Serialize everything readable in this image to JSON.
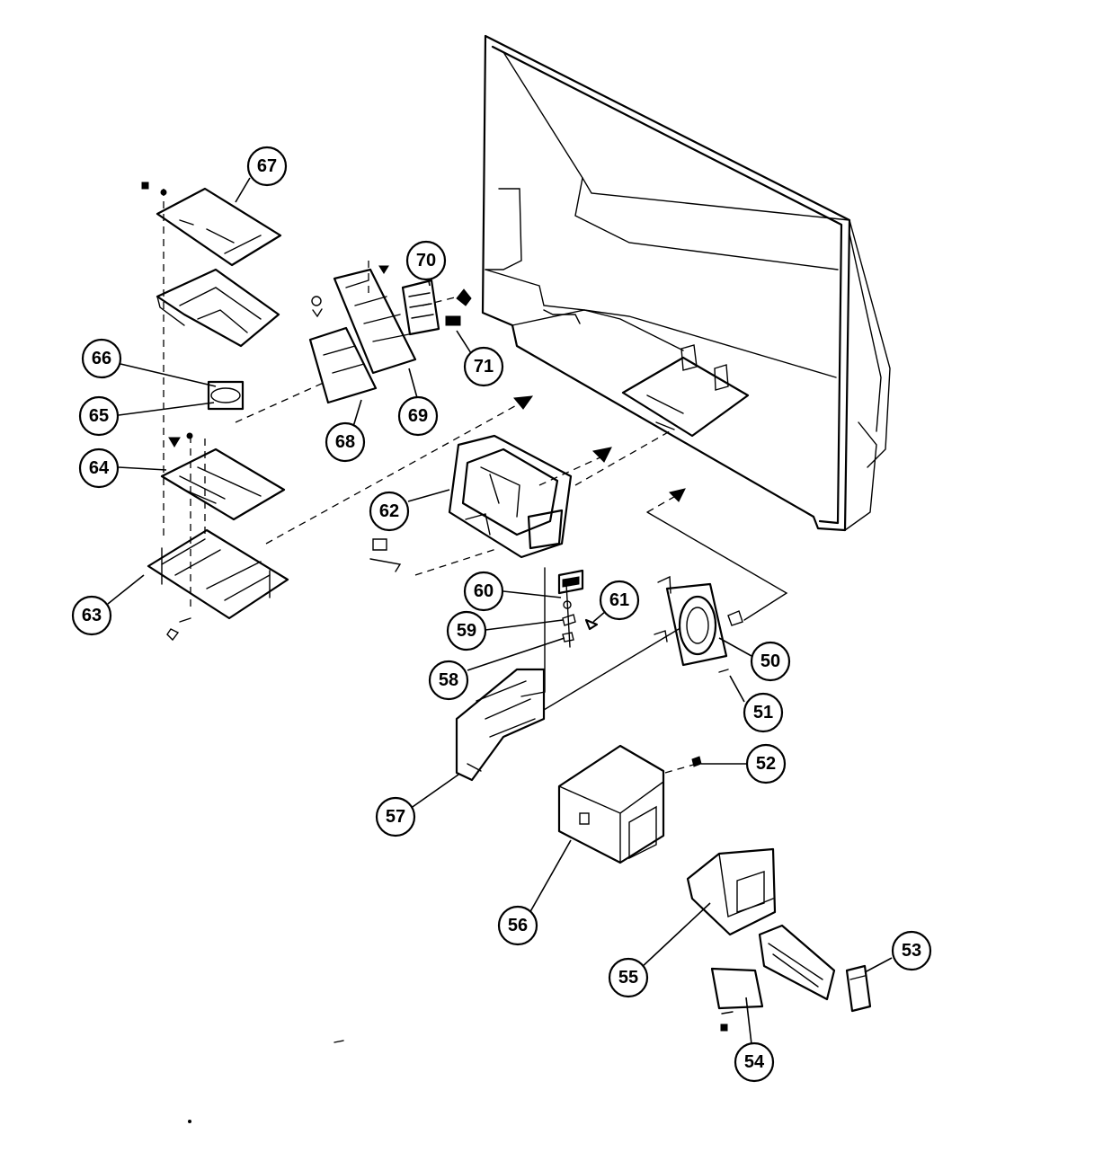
{
  "diagram": {
    "callouts": [
      {
        "id": "67",
        "label": "67"
      },
      {
        "id": "70",
        "label": "70"
      },
      {
        "id": "71",
        "label": "71"
      },
      {
        "id": "66",
        "label": "66"
      },
      {
        "id": "65",
        "label": "65"
      },
      {
        "id": "64",
        "label": "64"
      },
      {
        "id": "68",
        "label": "68"
      },
      {
        "id": "69",
        "label": "69"
      },
      {
        "id": "62",
        "label": "62"
      },
      {
        "id": "63",
        "label": "63"
      },
      {
        "id": "60",
        "label": "60"
      },
      {
        "id": "61",
        "label": "61"
      },
      {
        "id": "59",
        "label": "59"
      },
      {
        "id": "58",
        "label": "58"
      },
      {
        "id": "50",
        "label": "50"
      },
      {
        "id": "51",
        "label": "51"
      },
      {
        "id": "52",
        "label": "52"
      },
      {
        "id": "57",
        "label": "57"
      },
      {
        "id": "56",
        "label": "56"
      },
      {
        "id": "55",
        "label": "55"
      },
      {
        "id": "53",
        "label": "53"
      },
      {
        "id": "54",
        "label": "54"
      }
    ]
  }
}
